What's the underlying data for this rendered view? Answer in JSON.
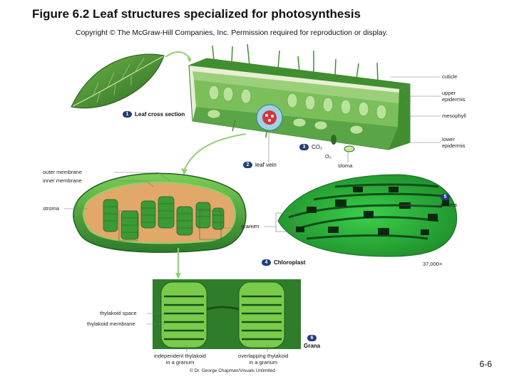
{
  "title": "Figure 6.2 Leaf structures specialized for photosynthesis",
  "copyright": "Copyright © The McGraw-Hill Companies, Inc. Permission required for reproduction or display.",
  "leaf_labels": {
    "cuticle": "cuticle",
    "upper_epidermis": "upper\nepidermis",
    "mesophyll": "mesophyll",
    "lower_epidermis": "lower\nepidermis",
    "stoma": "stoma",
    "co2": "CO₂",
    "o2": "O₂"
  },
  "steps": [
    {
      "num": "1",
      "label": "Leaf cross section"
    },
    {
      "num": "2",
      "label": "leaf vein"
    },
    {
      "num": "3",
      "label": "CO₂"
    },
    {
      "num": "4",
      "label": "Chloroplast"
    },
    {
      "num": "5",
      "label": "stroma"
    },
    {
      "num": "6",
      "label": "Grana"
    }
  ],
  "chloroplast_labels": {
    "outer_membrane": "outer membrane",
    "inner_membrane": "inner membrane",
    "stroma": "stroma",
    "granum": "granum"
  },
  "micrograph": {
    "magnification": "37,000×"
  },
  "grana_labels": {
    "thylakoid_space": "thylakoid space",
    "thylakoid_membrane": "thylakoid membrane",
    "independent": "independent thylakoid\nin a granum",
    "overlapping": "overlapping thylakoid\nin a granum",
    "credit": "© Dr. George Chapman/Visuals Unlimited"
  },
  "page_number": "6-6",
  "colors": {
    "leaf_green": "#3f8f2e",
    "dark_green": "#1d5e1f",
    "stroma_tan": "#e2a86a",
    "micrograph_green": "#2fb43a",
    "badge_blue": "#1f3f7a"
  }
}
